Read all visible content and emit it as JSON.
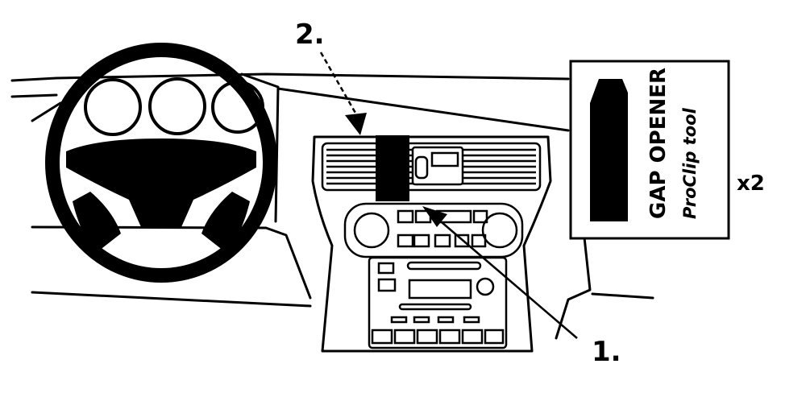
{
  "callouts": {
    "one": "1.",
    "two": "2."
  },
  "tool_box": {
    "title": "GAP OPENER",
    "subtitle": "ProClip tool",
    "quantity": "x2"
  },
  "colors": {
    "ink": "#000000",
    "paper": "#ffffff"
  }
}
